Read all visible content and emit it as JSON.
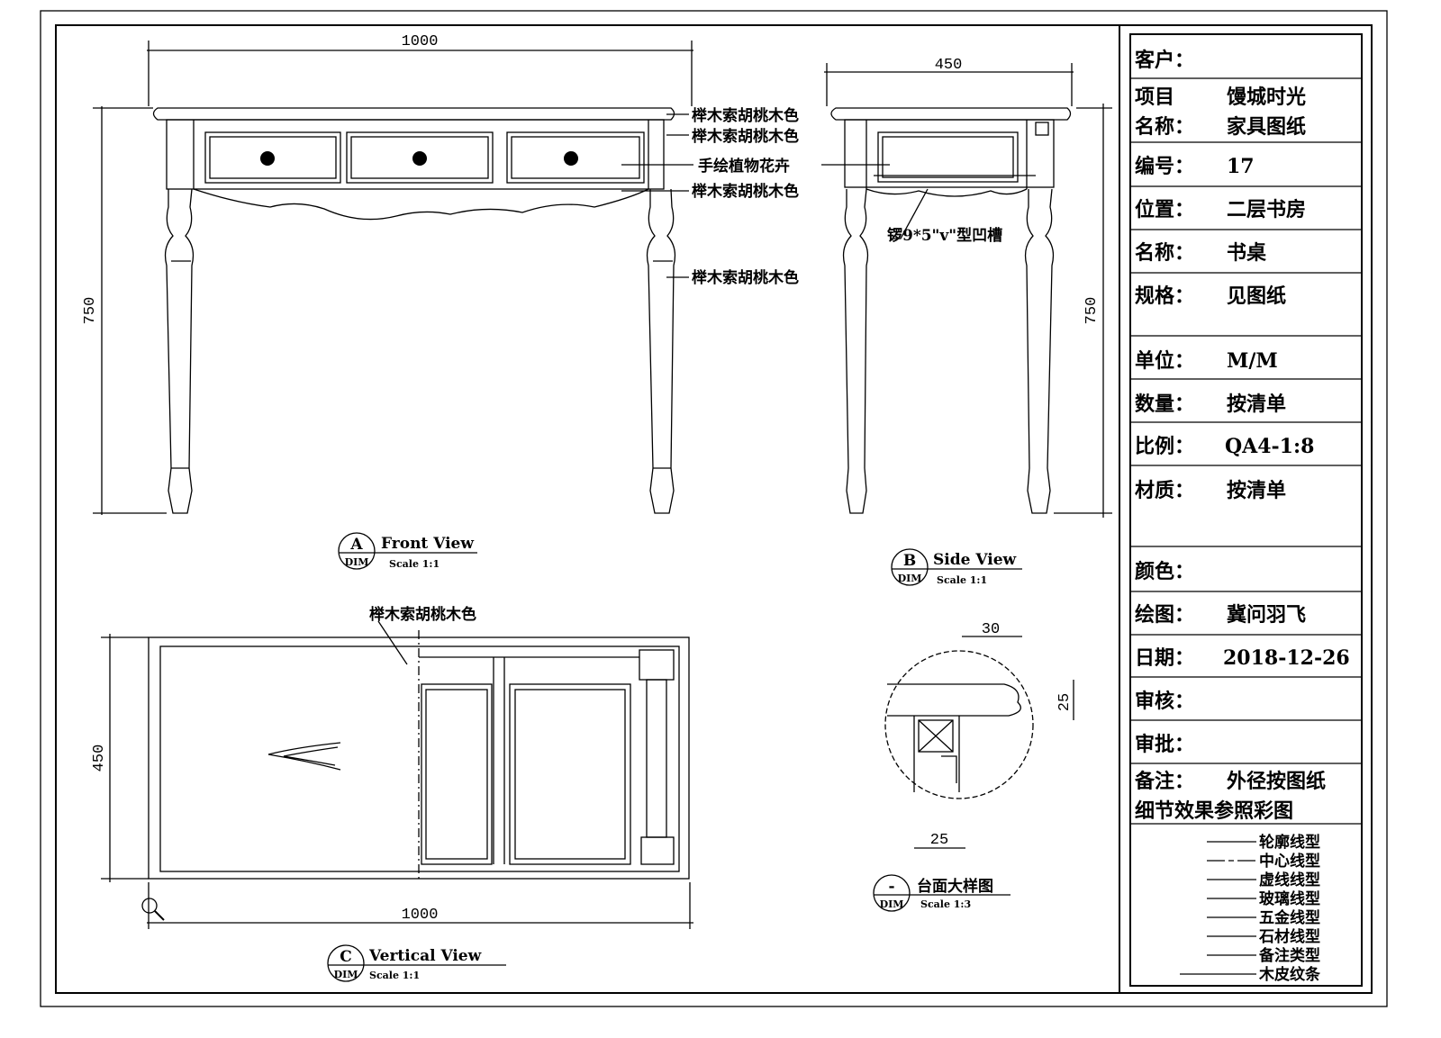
{
  "dimensions": {
    "front_width": "1000",
    "front_height": "750",
    "side_depth": "450",
    "side_height": "750",
    "top_width": "1000",
    "top_depth": "450",
    "detail_top": "30",
    "detail_side": "25",
    "detail_bottom": "25"
  },
  "annotations": {
    "top_edge": "榉木索胡桃木色",
    "apron": "榉木索胡桃木色",
    "drawer_face": "手绘植物花卉",
    "skirt": "榉木索胡桃木色",
    "leg": "榉木索胡桃木色",
    "groove": "锣9*5\"v\"型凹槽",
    "top_surface": "榉木索胡桃木色"
  },
  "views": [
    {
      "id": "A",
      "code": "DIM",
      "title": "Front View",
      "scale": "Scale 1:1"
    },
    {
      "id": "B",
      "code": "DIM",
      "title": "Side View",
      "scale": "Scale 1:1"
    },
    {
      "id": "C",
      "code": "DIM",
      "title": "Vertical View",
      "scale": "Scale 1:1"
    },
    {
      "id": "-",
      "code": "DIM",
      "title": "台面大样图",
      "scale": "Scale 1:3"
    }
  ],
  "title_block": {
    "client": {
      "label": "客户：",
      "value": ""
    },
    "project": {
      "label1": "项目",
      "label2": "名称：",
      "value1": "馒城时光",
      "value2": "家具图纸"
    },
    "number": {
      "label": "编号：",
      "value": "17"
    },
    "location": {
      "label": "位置：",
      "value": "二层书房"
    },
    "name": {
      "label": "名称：",
      "value": "书桌"
    },
    "spec": {
      "label": "规格：",
      "value": "见图纸"
    },
    "unit": {
      "label": "单位：",
      "value": "M/M"
    },
    "quantity": {
      "label": "数量：",
      "value": "按清单"
    },
    "scale": {
      "label": "比例：",
      "value": "QA4-1:8"
    },
    "material": {
      "label": "材质：",
      "value": "按清单"
    },
    "color": {
      "label": "颜色：",
      "value": ""
    },
    "drawn": {
      "label": "绘图：",
      "value": "冀问羽飞"
    },
    "date": {
      "label": "日期：",
      "value": "2018-12-26"
    },
    "review": {
      "label": "审核：",
      "value": ""
    },
    "approve": {
      "label": "审批：",
      "value": ""
    },
    "notes": {
      "label": "备注：",
      "value": "外径按图纸",
      "line2": "细节效果参照彩图"
    },
    "legend": [
      "轮廓线型",
      "中心线型",
      "虚线线型",
      "玻璃线型",
      "五金线型",
      "石材线型",
      "备注类型",
      "木皮纹条"
    ]
  }
}
